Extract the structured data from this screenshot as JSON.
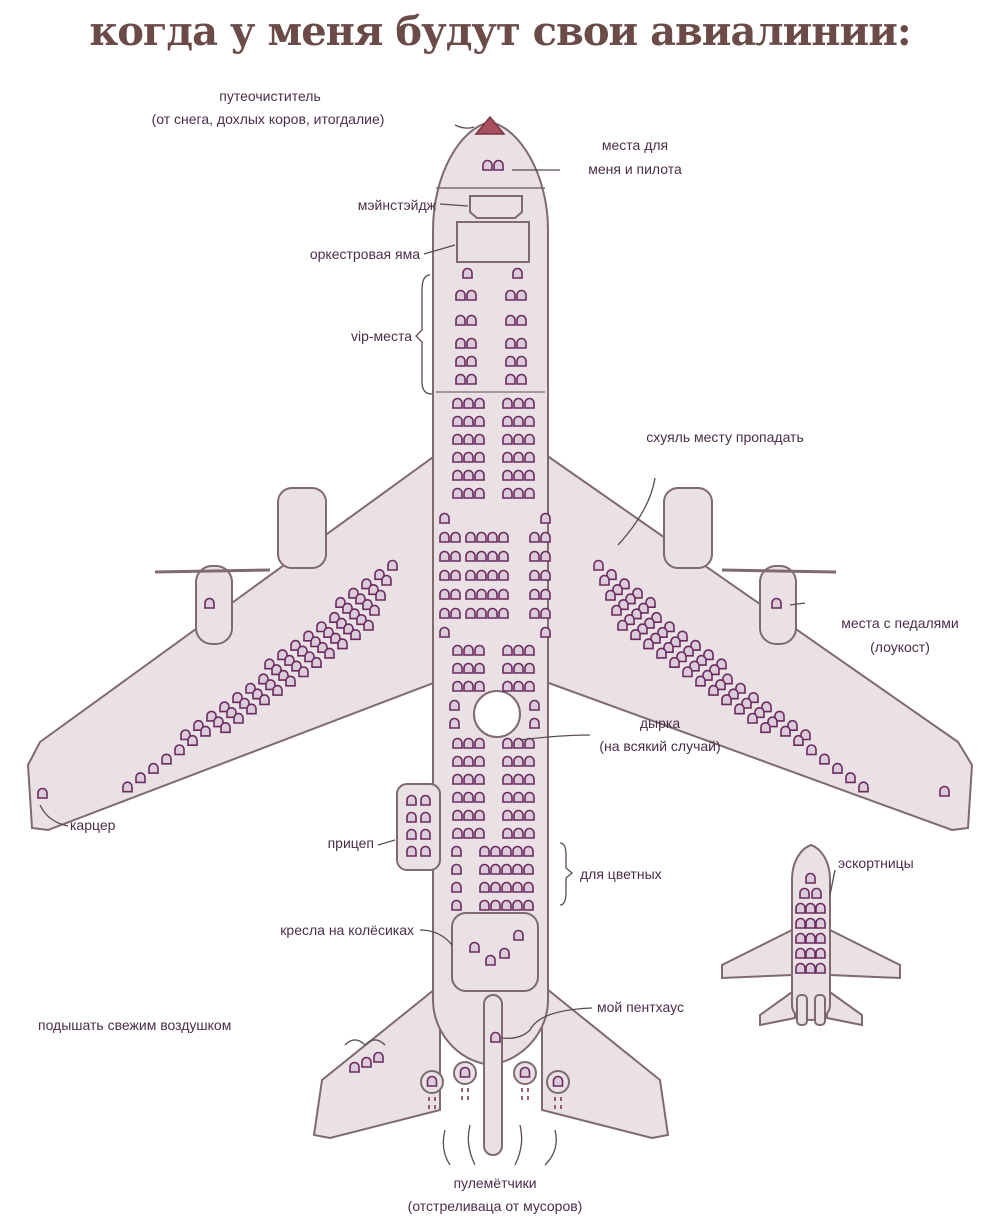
{
  "title": "когда у меня будут свои авиалинии:",
  "labels": {
    "snowplow_1": "путеочиститель",
    "snowplow_2": "(от снега, дохлых коров, итогдалие)",
    "pilot_seats_1": "места для",
    "pilot_seats_2": "меня и пилота",
    "mainstage": "мэйнстэйдж",
    "orchestra_pit": "оркестровая яма",
    "vip": "vip-места",
    "wasted_space": "схуяль месту пропадать",
    "pedal_seats_1": "места с педалями",
    "pedal_seats_2": "(лоукост)",
    "hole_1": "дырка",
    "hole_2": "(на всякий случай)",
    "brig": "карцер",
    "trailer": "прицеп",
    "colored": "для цветных",
    "wheelchairs": "кресла на колёсиках",
    "fresh_air": "подышать свежим воздушком",
    "penthouse": "мой пентхаус",
    "gunners_1": "пулемётчики",
    "gunners_2": "(отстреливаца от мусоров)",
    "escorts": "эскортницы"
  },
  "colors": {
    "seat": "#6b2b60",
    "fuselage": "#e9e1e3",
    "outline": "#7f6a70",
    "title": "#6b4b48",
    "nose": "#a8505e"
  }
}
